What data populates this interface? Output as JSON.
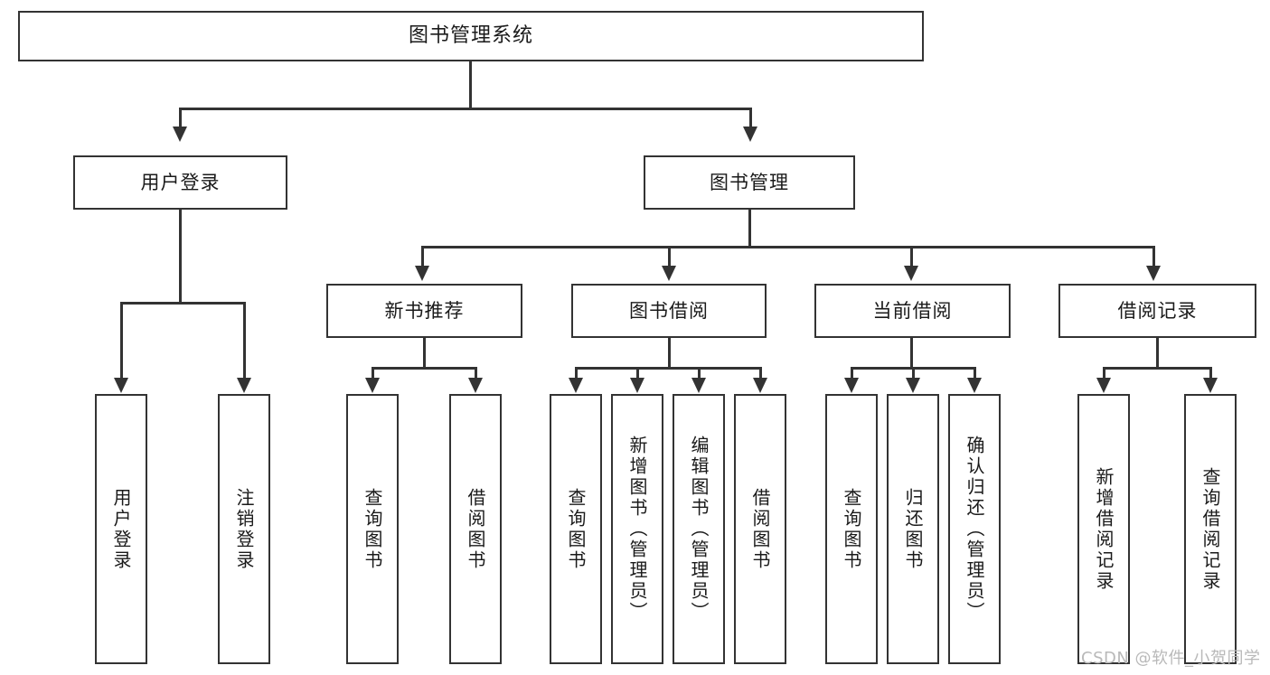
{
  "diagram": {
    "type": "tree-hierarchy-chart",
    "title": "图书管理系统",
    "background_color": "#ffffff",
    "line_color": "#333333",
    "text_color": "#1a1a1a",
    "nodes": {
      "root": {
        "label": "图书管理系统"
      },
      "level2": [
        {
          "id": "user-login",
          "label": "用户登录"
        },
        {
          "id": "book-management",
          "label": "图书管理"
        }
      ],
      "level3": [
        {
          "id": "new-book-recommend",
          "label": "新书推荐"
        },
        {
          "id": "book-borrow",
          "label": "图书借阅"
        },
        {
          "id": "current-borrow",
          "label": "当前借阅"
        },
        {
          "id": "borrow-record",
          "label": "借阅记录"
        }
      ],
      "leaves": {
        "user_login": [
          {
            "id": "leaf-user-login",
            "label": "用户登录"
          },
          {
            "id": "leaf-logout",
            "label": "注销登录"
          }
        ],
        "new_book_recommend": [
          {
            "id": "leaf-query-book-1",
            "label": "查询图书"
          },
          {
            "id": "leaf-borrow-book-1",
            "label": "借阅图书"
          }
        ],
        "book_borrow": [
          {
            "id": "leaf-query-book-2",
            "label": "查询图书"
          },
          {
            "id": "leaf-add-book",
            "label": "新增图书（管理员）"
          },
          {
            "id": "leaf-edit-book",
            "label": "编辑图书（管理员）"
          },
          {
            "id": "leaf-borrow-book-2",
            "label": "借阅图书"
          }
        ],
        "current_borrow": [
          {
            "id": "leaf-query-book-3",
            "label": "查询图书"
          },
          {
            "id": "leaf-return-book",
            "label": "归还图书"
          },
          {
            "id": "leaf-confirm-return",
            "label": "确认归还（管理员）"
          }
        ],
        "borrow_record": [
          {
            "id": "leaf-add-record",
            "label": "新增借阅记录"
          },
          {
            "id": "leaf-query-record",
            "label": "查询借阅记录"
          }
        ]
      }
    }
  },
  "watermark": {
    "text": "CSDN @软件_小贺同学",
    "color": "#b9b9b9"
  }
}
